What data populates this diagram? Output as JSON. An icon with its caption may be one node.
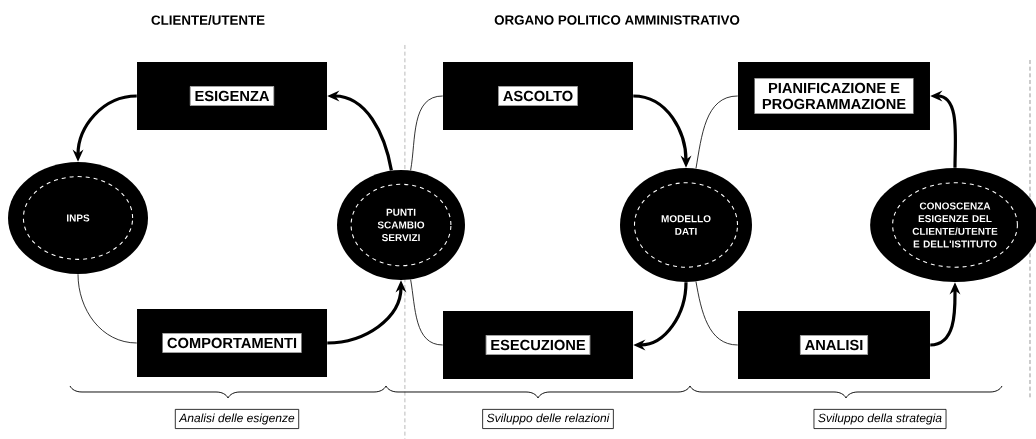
{
  "diagram": {
    "nodes": [
      {
        "text": [
          "ESIGENZA"
        ]
      },
      {
        "text": [
          "INPS"
        ]
      },
      {
        "text": [
          "PUNTI SCAMBIO SERVIZI"
        ]
      },
      {
        "text": [
          "COMPORTAMENTI"
        ]
      },
      {
        "text": [
          "ASCOLTO"
        ]
      },
      {
        "text": [
          "MODELLO DATI"
        ]
      },
      {
        "text": [
          "ESECUZIONE"
        ]
      },
      {
        "text": [
          "PIANIFICAZIONE E PROGRAMMAZIONE"
        ]
      },
      {
        "text": [
          "CONOSCENZA ESIGENZE DEL CLIENTE/UTENTE E DELL'ISTITUTO"
        ]
      },
      {
        "text": [
          "ANALISI"
        ]
      },
      {
        "text": [
          "Analisi delle esigenze"
        ]
      },
      {
        "text": [
          "Sviluppo delle relazioni"
        ]
      },
      {
        "text": [
          "Sviluppo della strategia"
        ]
      }
    ],
    "edges": [
      {
        "from": 2,
        "to": 0,
        "arrow": "to"
      },
      {
        "from": 0,
        "to": 1,
        "arrow": "to"
      },
      {
        "from": 1,
        "to": 3,
        "arrow": "none"
      },
      {
        "from": 3,
        "to": 2,
        "arrow": "to"
      },
      {
        "from": 2,
        "to": 4,
        "arrow": "none"
      },
      {
        "from": 2,
        "to": 6,
        "arrow": "none"
      },
      {
        "from": 4,
        "to": 5,
        "arrow": "to"
      },
      {
        "from": 5,
        "to": 6,
        "arrow": "to"
      },
      {
        "from": 5,
        "to": 7,
        "arrow": "none"
      },
      {
        "from": 5,
        "to": 9,
        "arrow": "none"
      },
      {
        "from": 9,
        "to": 8,
        "arrow": "to"
      },
      {
        "from": 8,
        "to": 7,
        "arrow": "to"
      }
    ],
    "labels": [
      "CLIENTE/UTENTE",
      "ORGANO POLITICO AMMINISTRATIVO"
    ]
  }
}
